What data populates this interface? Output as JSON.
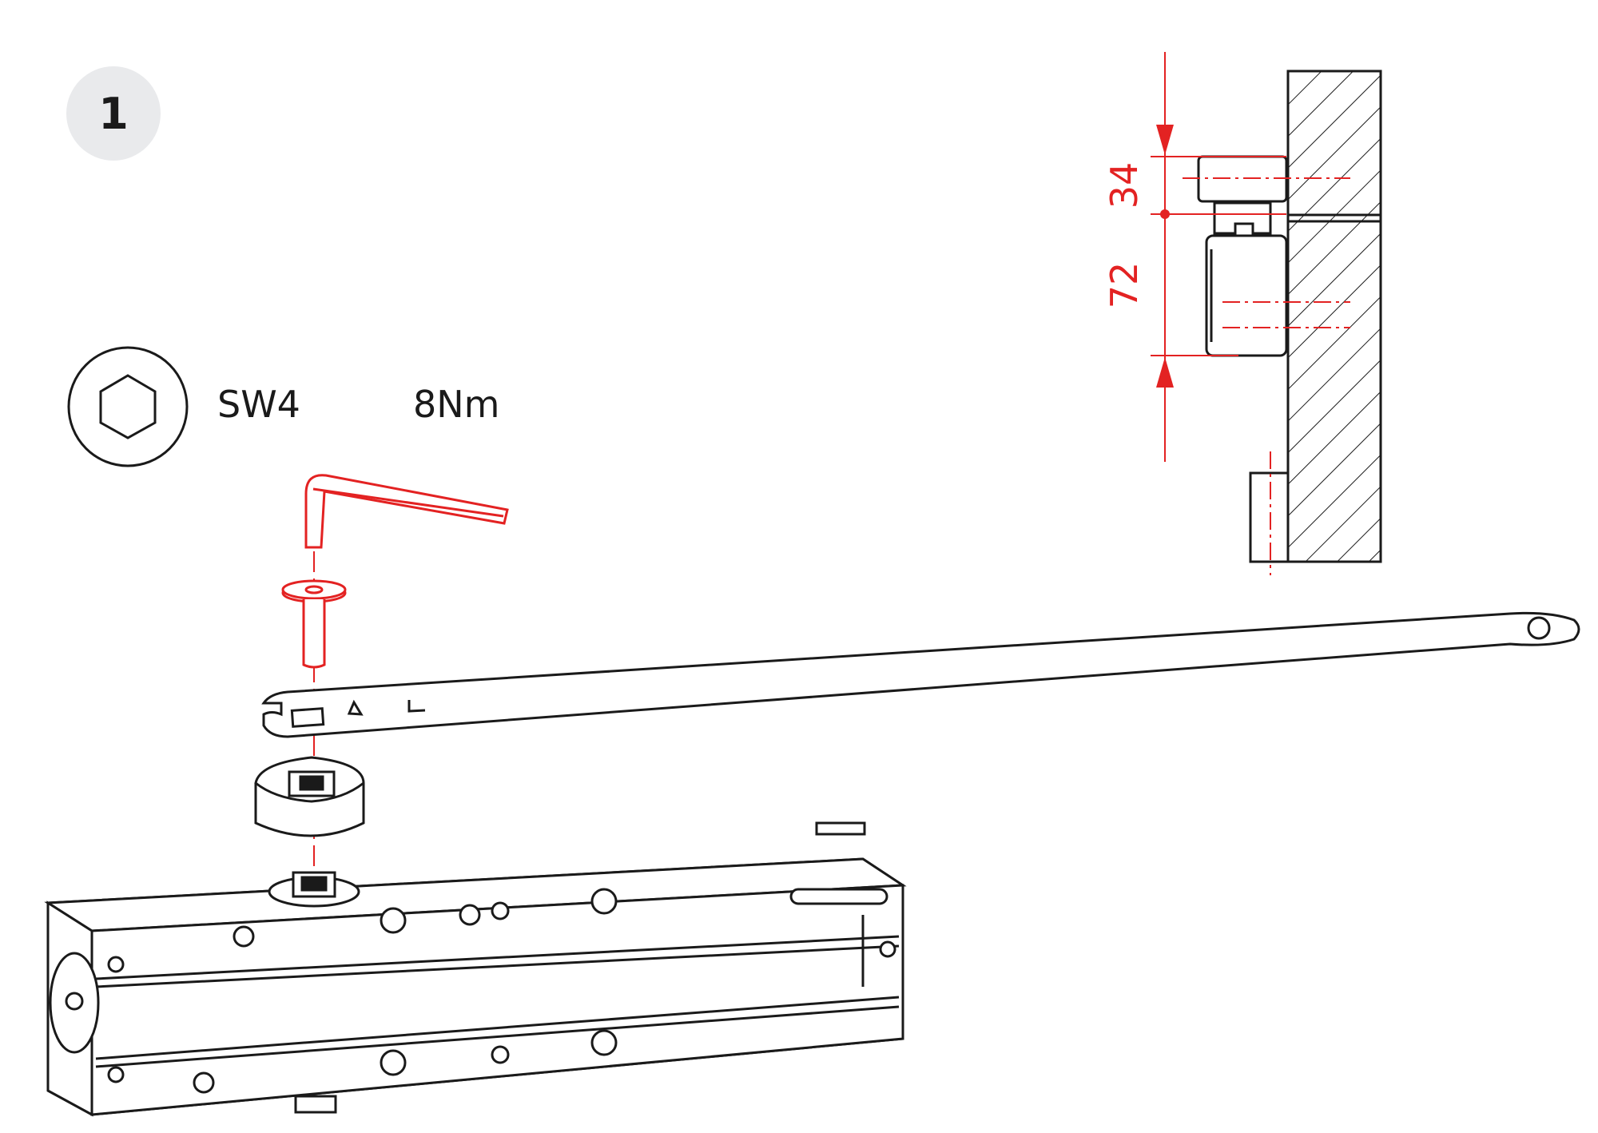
{
  "step": {
    "number": "1"
  },
  "tool": {
    "icon": "hex-key-icon",
    "size_label": "SW4",
    "torque_label": "8Nm"
  },
  "dimensions": {
    "upper": "34",
    "lower": "72"
  },
  "colors": {
    "accent_red": "#e32222",
    "line": "#1a1a1a",
    "badge_bg": "#e9eaec"
  }
}
